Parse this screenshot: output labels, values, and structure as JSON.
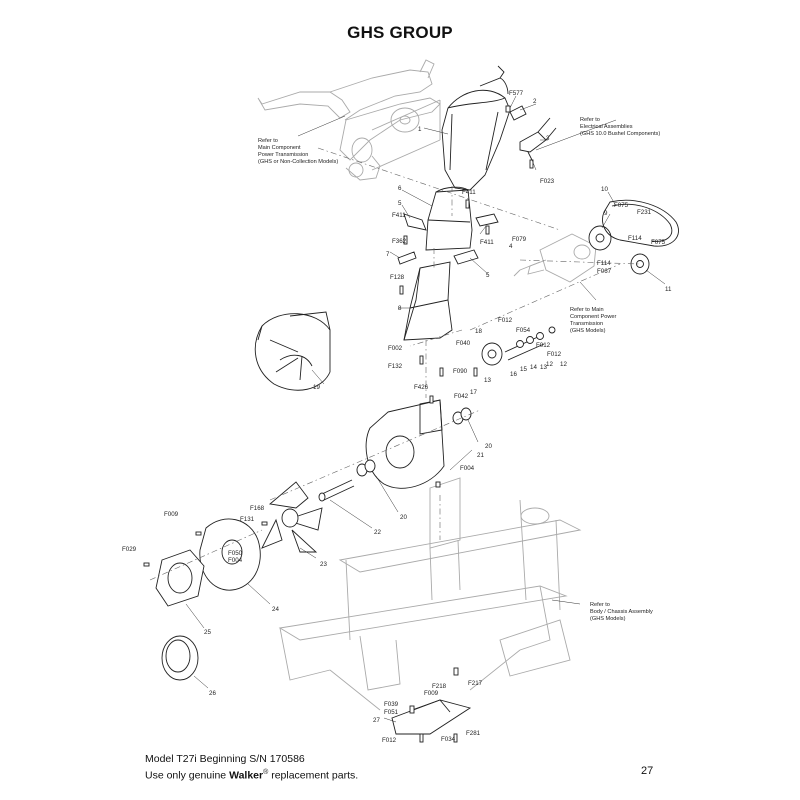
{
  "header": {
    "title": "GHS GROUP"
  },
  "footer": {
    "model_line": "Model T27i Beginning S/N 170586",
    "usage_prefix": "Use only genuine ",
    "brand": "Walker",
    "registered": "®",
    "usage_suffix": " replacement parts.",
    "page_number": "27"
  },
  "references": {
    "main_component_top": [
      "Refer to",
      "Main Component",
      "Power Transmission",
      "(GHS or Non-Collection Models)"
    ],
    "electrical": [
      "Refer to",
      "Electrical Assemblies",
      "(GHS 10.0 Bushel Components)"
    ],
    "main_component_mid": [
      "Refer to Main",
      "Component Power",
      "Transmission",
      "(GHS Models)"
    ],
    "body_chassis": [
      "Refer to",
      "Body / Chassis Assembly",
      "(GHS Models)"
    ]
  },
  "callouts": {
    "c1": "1",
    "c2": "2",
    "c3": "3",
    "c4": "4",
    "c5a": "5",
    "c5b": "5",
    "c6": "6",
    "c7": "7",
    "c8": "8",
    "c9": "9",
    "c10": "10",
    "c11": "11",
    "c12a": "12",
    "c12b": "12",
    "c13a": "13",
    "c13b": "13",
    "c14": "14",
    "c15": "15",
    "c16": "16",
    "c17": "17",
    "c18": "18",
    "c19": "19",
    "c20a": "20",
    "c20b": "20",
    "c21": "21",
    "c22": "22",
    "c23": "23",
    "c24": "24",
    "c25": "25",
    "c26": "26",
    "c27": "27",
    "f577": "F577",
    "f023": "F023",
    "f411a": "F411",
    "f411b": "F411",
    "f411c": "F411",
    "f079": "F079",
    "f362": "F362",
    "f128": "F128",
    "f002": "F002",
    "f132": "F132",
    "f075a": "F075",
    "f075b": "F075",
    "f231": "F231",
    "f114a": "F114",
    "f114b": "F114",
    "f067": "F067",
    "f012a": "F012",
    "f012b": "F012",
    "f012c": "F012",
    "f054": "F054",
    "f040": "F040",
    "f090": "F090",
    "f042": "F042",
    "f426": "F426",
    "f004a": "F004",
    "f004b": "F004",
    "f009a": "F009",
    "f009b": "F009",
    "f168": "F168",
    "f131": "F131",
    "f050": "F050",
    "f029": "F029",
    "f218": "F218",
    "f217": "F217",
    "f039": "F039",
    "f051": "F051",
    "f034": "F034",
    "f281": "F281"
  }
}
